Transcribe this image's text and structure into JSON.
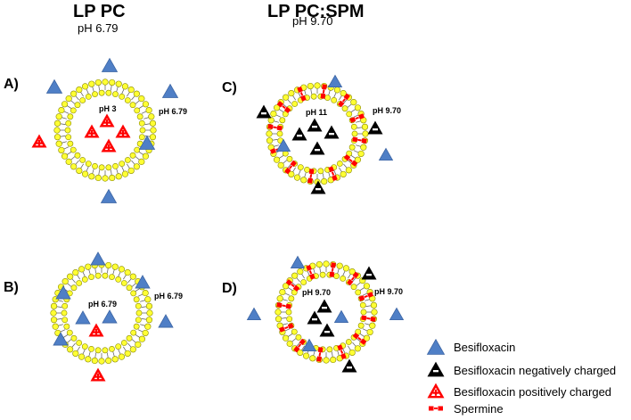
{
  "columns": [
    {
      "title": "LP PC",
      "subtitle": "pH 6.79"
    },
    {
      "title": "LP PC:SPM",
      "subtitle": "pH 9.70"
    }
  ],
  "panels": [
    {
      "label": "A)",
      "inner_ph": "pH 3",
      "outer_ph": "pH 6.79",
      "spermine": false
    },
    {
      "label": "C)",
      "inner_ph": "pH 11",
      "outer_ph": "pH 9.70",
      "spermine": true
    },
    {
      "label": "B)",
      "inner_ph": "pH 6.79",
      "outer_ph": "pH 6.79",
      "spermine": false
    },
    {
      "label": "D)",
      "inner_ph": "pH 9.70",
      "outer_ph": "pH 9.70",
      "spermine": true
    }
  ],
  "legend": [
    {
      "label": "Besifloxacin",
      "symbol": "blue-triangle"
    },
    {
      "label": "Besifloxacin negatively charged",
      "symbol": "black-triangle-minus"
    },
    {
      "label": "Besifloxacin positively charged",
      "symbol": "red-triangle-plus"
    },
    {
      "label": "Spermine",
      "symbol": "red-spermine"
    }
  ],
  "colors": {
    "neutral": "#4f7fc6",
    "negative": "#000000",
    "positive": "#ff0000",
    "spermine": "#ff0000",
    "lipid_head": "#ffff33",
    "lipid_head_stroke": "#8a8a00"
  }
}
